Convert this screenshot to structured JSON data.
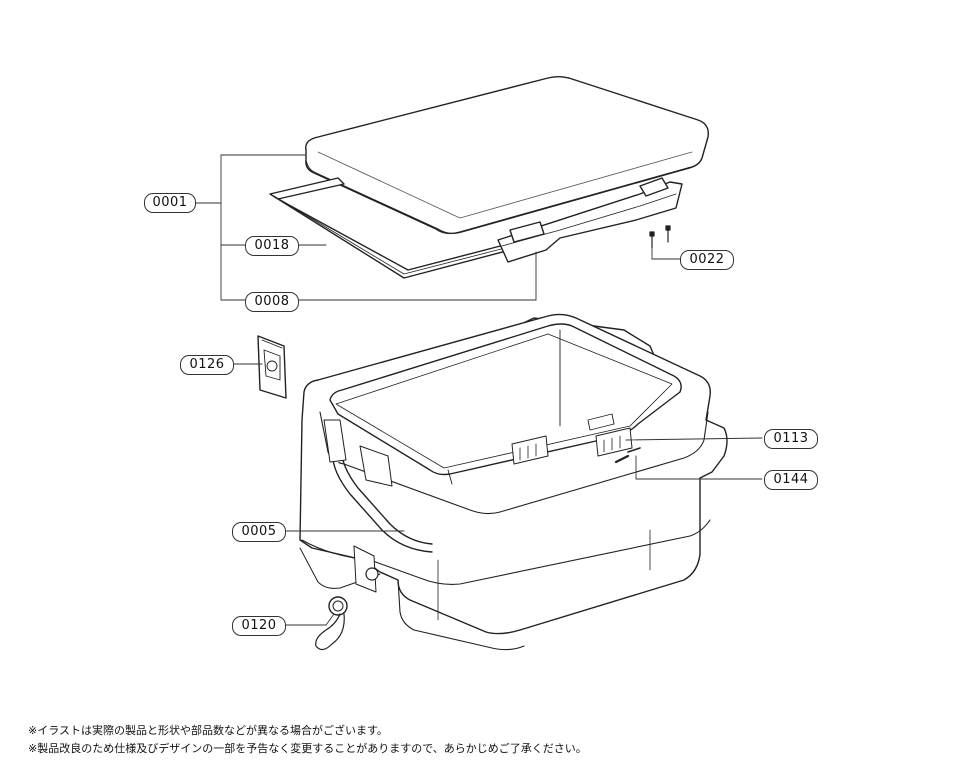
{
  "parts": [
    {
      "key": "lid",
      "label": "0001"
    },
    {
      "key": "gasket",
      "label": "0018"
    },
    {
      "key": "hinge",
      "label": "0008"
    },
    {
      "key": "screw",
      "label": "0022"
    },
    {
      "key": "handle_tag",
      "label": "0126"
    },
    {
      "key": "latch",
      "label": "0113"
    },
    {
      "key": "latch_pin",
      "label": "0144"
    },
    {
      "key": "body",
      "label": "0005"
    },
    {
      "key": "drain_cap",
      "label": "0120"
    }
  ],
  "notes": [
    "※イラストは実際の製品と形状や部品数などが異なる場合がございます。",
    "※製品改良のため仕様及びデザインの一部を予告なく変更することがありますので、あらかじめご了承ください。"
  ]
}
